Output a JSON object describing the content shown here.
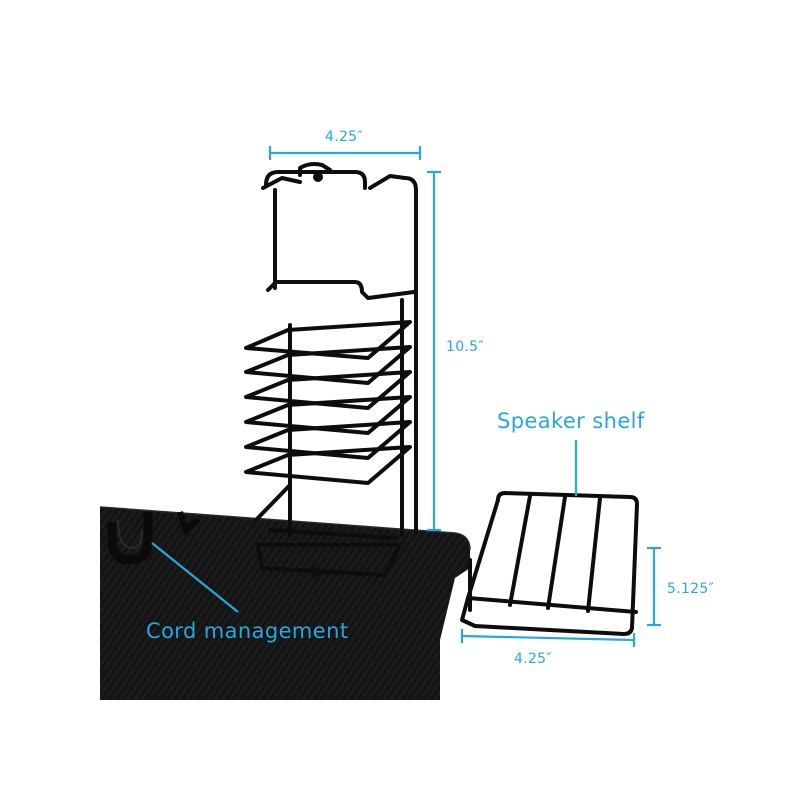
{
  "dimensions": {
    "stand_width": "4.25″",
    "stand_height": "10.5″",
    "shelf_height": "5.125″",
    "shelf_width": "4.25″"
  },
  "callouts": {
    "speaker_shelf": "Speaker shelf",
    "cord_management": "Cord management"
  },
  "colors": {
    "accent": "#27a7dd",
    "wire": "#0d0d0d",
    "desk": "#141414"
  }
}
